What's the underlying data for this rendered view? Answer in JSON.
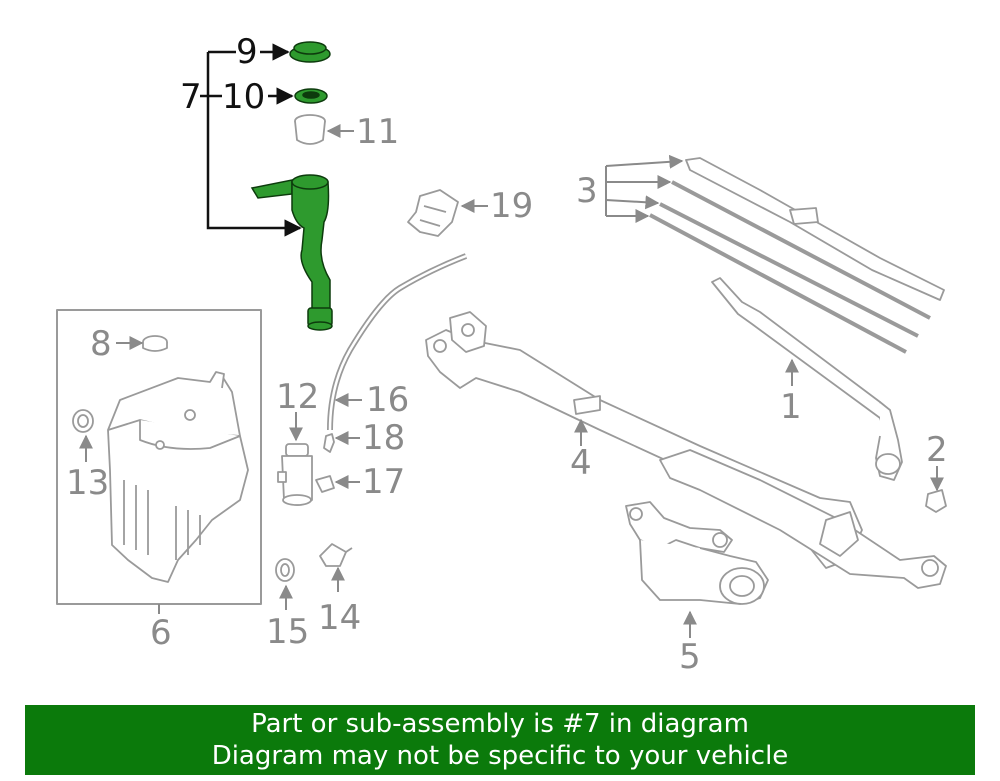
{
  "callouts": {
    "c1": "1",
    "c2": "2",
    "c3": "3",
    "c4": "4",
    "c5": "5",
    "c6": "6",
    "c7": "7",
    "c8": "8",
    "c9": "9",
    "c10": "10",
    "c11": "11",
    "c12": "12",
    "c13": "13",
    "c14": "14",
    "c15": "15",
    "c16": "16",
    "c17": "17",
    "c18": "18",
    "c19": "19"
  },
  "banner": {
    "line1": "Part or sub-assembly is #7 in diagram",
    "line2": "Diagram may not be specific to your vehicle"
  },
  "colors": {
    "highlight": "#0b7a0b",
    "part_fill_highlight": "#2e9a2e",
    "part_stroke": "#9a9a9a",
    "label_gray": "#8a8a8a",
    "label_dark": "#111111"
  }
}
